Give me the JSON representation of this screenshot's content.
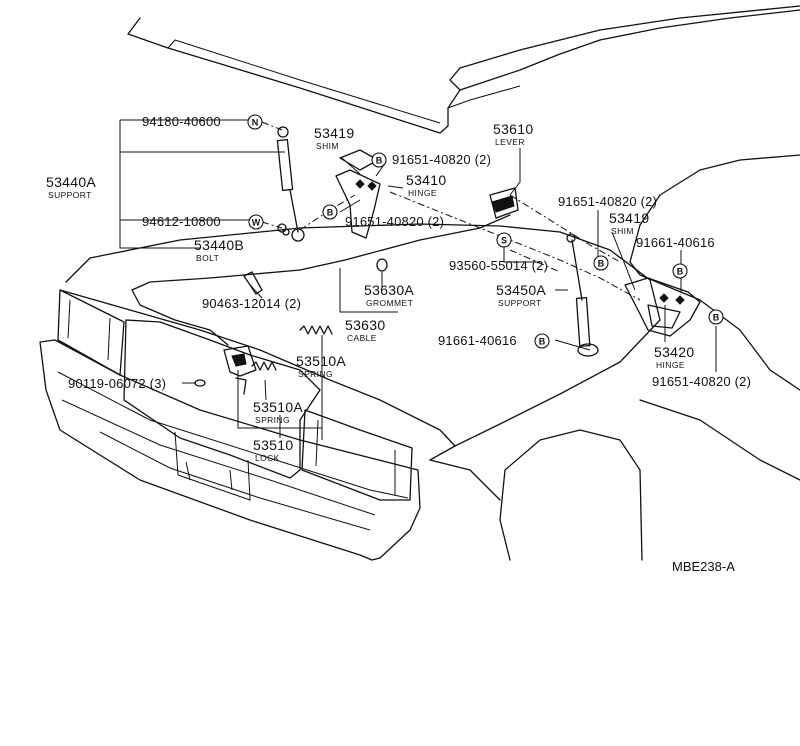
{
  "diagram": {
    "code": "MBE238-A",
    "symbols": {
      "n": "N",
      "w": "W",
      "b": "B",
      "s": "S"
    },
    "parts": {
      "p94180": "94180-40600",
      "p53440A": "53440A",
      "p53440A_sub": "SUPPORT",
      "p94612": "94612-10800",
      "p53440B": "53440B",
      "p53440B_sub": "BOLT",
      "p53419a": "53419",
      "p53419a_sub": "SHIM",
      "p91651a": "91651-40820 (2)",
      "p53410": "53410",
      "p53410_sub": "HINGE",
      "p91651b": "91651-40820 (2)",
      "p53610": "53610",
      "p53610_sub": "LEVER",
      "p91651c": "91651-40820 (2)",
      "p53419b": "53419",
      "p53419b_sub": "SHIM",
      "p91661a": "91661-40616",
      "p93560": "93560-55014 (2)",
      "p53450A": "53450A",
      "p53450A_sub": "SUPPORT",
      "p90463": "90463-12014 (2)",
      "p53630A": "53630A",
      "p53630A_sub": "GROMMET",
      "p53630": "53630",
      "p53630_sub": "CABLE",
      "p91661b": "91661-40616",
      "p53420": "53420",
      "p53420_sub": "HINGE",
      "p91651d": "91651-40820 (2)",
      "p53510Aa": "53510A",
      "p53510Aa_sub": "SPRING",
      "p90119": "90119-06072 (3)",
      "p53510Ab": "53510A",
      "p53510Ab_sub": "SPRING",
      "p53510": "53510",
      "p53510_sub": "LOCK"
    }
  }
}
